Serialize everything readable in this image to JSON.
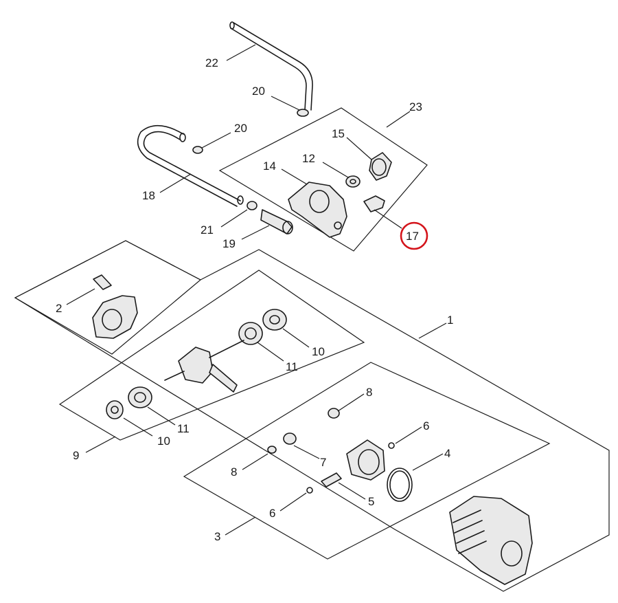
{
  "callouts": {
    "c1": "1",
    "c2": "2",
    "c3": "3",
    "c4": "4",
    "c5": "5",
    "c6a": "6",
    "c6b": "6",
    "c7": "7",
    "c8a": "8",
    "c8b": "8",
    "c9": "9",
    "c10a": "10",
    "c10b": "10",
    "c11a": "11",
    "c11b": "11",
    "c12": "12",
    "c14": "14",
    "c15": "15",
    "c17": "17",
    "c18": "18",
    "c19": "19",
    "c20a": "20",
    "c20b": "20",
    "c21": "21",
    "c22": "22",
    "c23": "23"
  },
  "highlight": {
    "part": "17",
    "color": "#d4141b"
  }
}
